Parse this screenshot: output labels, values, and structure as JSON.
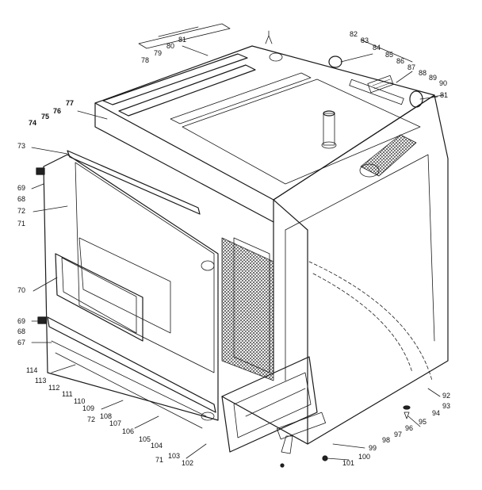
{
  "callouts": {
    "c78": "78",
    "c79": "79",
    "c80": "80",
    "c81a": "81",
    "c82": "82",
    "c83": "83",
    "c84": "84",
    "c85": "85",
    "c86": "86",
    "c87": "87",
    "c88": "88",
    "c89": "89",
    "c90": "90",
    "c81b": "81",
    "c77": "77",
    "c76": "76",
    "c75": "75",
    "c74": "74",
    "c73": "73",
    "c69a": "69",
    "c68a": "68",
    "c72a": "72",
    "c71a": "71",
    "c70": "70",
    "c69b": "69",
    "c68b": "68",
    "c67": "67",
    "c114": "114",
    "c113": "113",
    "c112": "112",
    "c111": "111",
    "c110": "110",
    "c109": "109",
    "c72b": "72",
    "c108": "108",
    "c107": "107",
    "c106": "106",
    "c105": "105",
    "c104": "104",
    "c71b": "71",
    "c103": "103",
    "c102": "102",
    "c92": "92",
    "c93": "93",
    "c94": "94",
    "c95": "95",
    "c96": "96",
    "c97": "97",
    "c98": "98",
    "c99": "99",
    "c100": "100",
    "c101": "101"
  }
}
